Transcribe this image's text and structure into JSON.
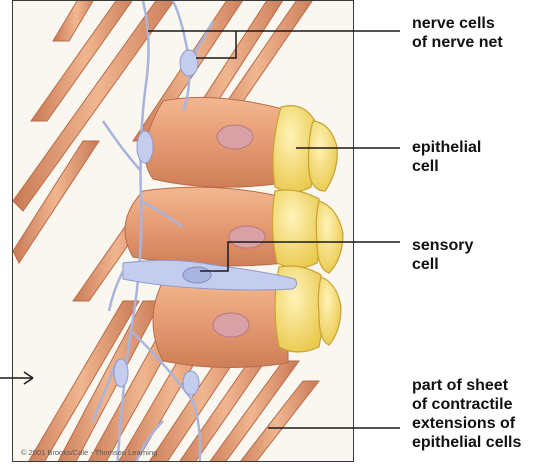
{
  "labels": {
    "nerve_net": [
      "nerve cells",
      "of nerve net"
    ],
    "epithelial": [
      "epithelial",
      "cell"
    ],
    "sensory": [
      "sensory",
      "cell"
    ],
    "contractile": [
      "part of sheet",
      "of contractile",
      "extensions of",
      "epithelial cells"
    ]
  },
  "copyright": "© 2001 Brooks/Cole - Thomson Learning",
  "colors": {
    "muscle": "#e8a27a",
    "muscle_dark": "#c97a55",
    "epithelium": "#f4dd7a",
    "nerve": "#bcc6e6",
    "nucleus": "#d9a0a6",
    "line": "#1a1a1a"
  }
}
